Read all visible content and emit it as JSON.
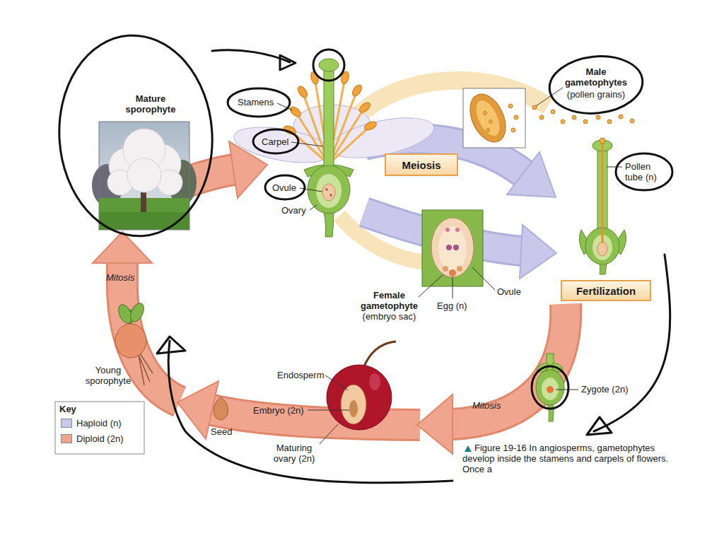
{
  "diagram": {
    "caption": "Figure 19-16 In angiosperms, gametophytes develop inside the stamens and carpels of flowers. Once a",
    "nodes": [
      {
        "text": [
          "Mature sporophyte"
        ]
      },
      {
        "text": [
          "Meiosis"
        ]
      },
      {
        "text": [
          "Fertilization"
        ]
      }
    ],
    "labels": [
      "Stamens",
      "Carpel",
      "Ovule",
      "Ovary",
      "Male gametophytes",
      "(pollen grains)",
      "Pollen tube (n)",
      "Female gametophyte",
      "(embryo sac)",
      "Egg (n)",
      "Ovule",
      "Mitosis",
      "Zygote (2n)",
      "Endosperm",
      "Embryo (2n)",
      "Maturing ovary (2n)",
      "Seed",
      "Young sporophyte",
      "Mitosis",
      "Key"
    ],
    "legend": [
      {
        "text": "Haploid (n)",
        "color": "#c9c8ea"
      },
      {
        "text": "Diploid (2n)",
        "color": "#f0a68e"
      }
    ]
  }
}
